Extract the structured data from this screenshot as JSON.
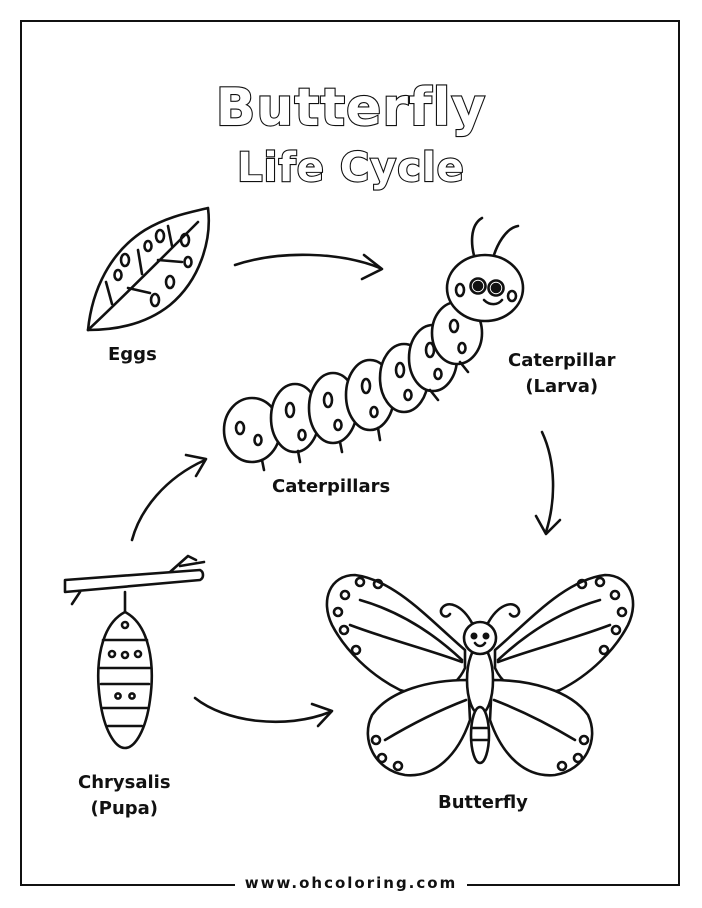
{
  "title": {
    "line1": "Butterfly",
    "line2": "Life Cycle"
  },
  "stages": {
    "eggs": "Eggs",
    "caterpillar_larva_line1": "Caterpillar",
    "caterpillar_larva_line2": "(Larva)",
    "caterpillars": "Caterpillars",
    "chrysalis_line1": "Chrysalis",
    "chrysalis_line2": "(Pupa)",
    "butterfly": "Butterfly"
  },
  "footer": {
    "website": "www.ohcoloring.com"
  }
}
